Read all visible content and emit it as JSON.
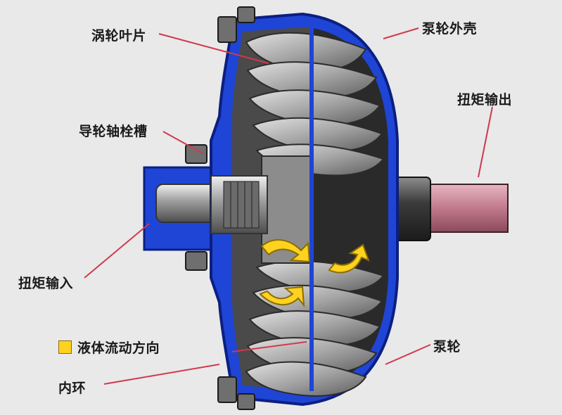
{
  "labels": {
    "turbine_blades": "涡轮叶片",
    "pump_housing": "泵轮外壳",
    "stator_spline": "导轮轴栓槽",
    "torque_output": "扭矩输出",
    "torque_input": "扭矩输入",
    "fluid_flow_direction": "液体流动方向",
    "pump_impeller": "泵轮",
    "inner_ring": "内环"
  },
  "colors": {
    "background": "#e9e9ea",
    "housing_blue": "#1f45d6",
    "housing_edge": "#0c1f80",
    "blade_gray": "#a9a9a9",
    "output_shaft": "#c98a9a",
    "flow_arrow": "#ffd21f",
    "leader_line": "#d03a4c"
  },
  "icons": {
    "legend": "yellow-square-swatch",
    "flow": "curved-arrow"
  }
}
